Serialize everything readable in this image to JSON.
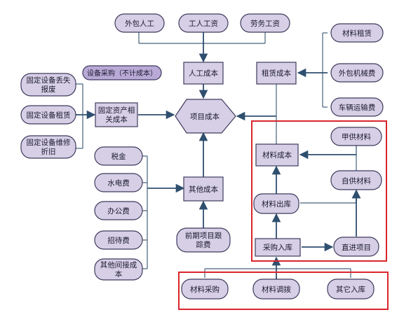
{
  "nodes": {
    "waibao_rengong": "外包人工",
    "gongren_gongzi": "工人工资",
    "laowu_gongzi": "劳务工资",
    "cailiao_zulin": "材料租赁",
    "waibao_jixie": "外包机械费",
    "cheliang_yunshu": "车辆运输费",
    "shebei_caigou_note": "设备采购（不计成本）",
    "rengong_chengben": "人工成本",
    "zulin_chengben": "租赁成本",
    "guding_diushi_1": "固定设备丢失",
    "guding_diushi_2": "报废",
    "guding_zulin": "固定设备租赁",
    "guding_weixiu_1": "固定设备维修",
    "guding_weixiu_2": "折旧",
    "guding_zichan_1": "固定资产相",
    "guding_zichan_2": "关成本",
    "xiangmu_chengben": "项目成本",
    "jiagong_cailiao": "甲供材料",
    "cailiao_chengben": "材料成本",
    "shuijin": "税金",
    "zigong_cailiao": "自供材料",
    "shuidian": "水电费",
    "qita_chengben": "其他成本",
    "bangong": "办公费",
    "cailiao_chuku": "材料出库",
    "zhaodai": "招待费",
    "qianqi_1": "前期项目跟",
    "qianqi_2": "踪费",
    "caigou_ruku": "采购入库",
    "zhijin_xiangmu": "直进项目",
    "qita_jianjie_1": "其他间接成",
    "qita_jianjie_2": "本",
    "cailiao_caigou": "材料采购",
    "cailiao_diaobo": "材料调拨",
    "qita_ruku": "其它入库"
  }
}
